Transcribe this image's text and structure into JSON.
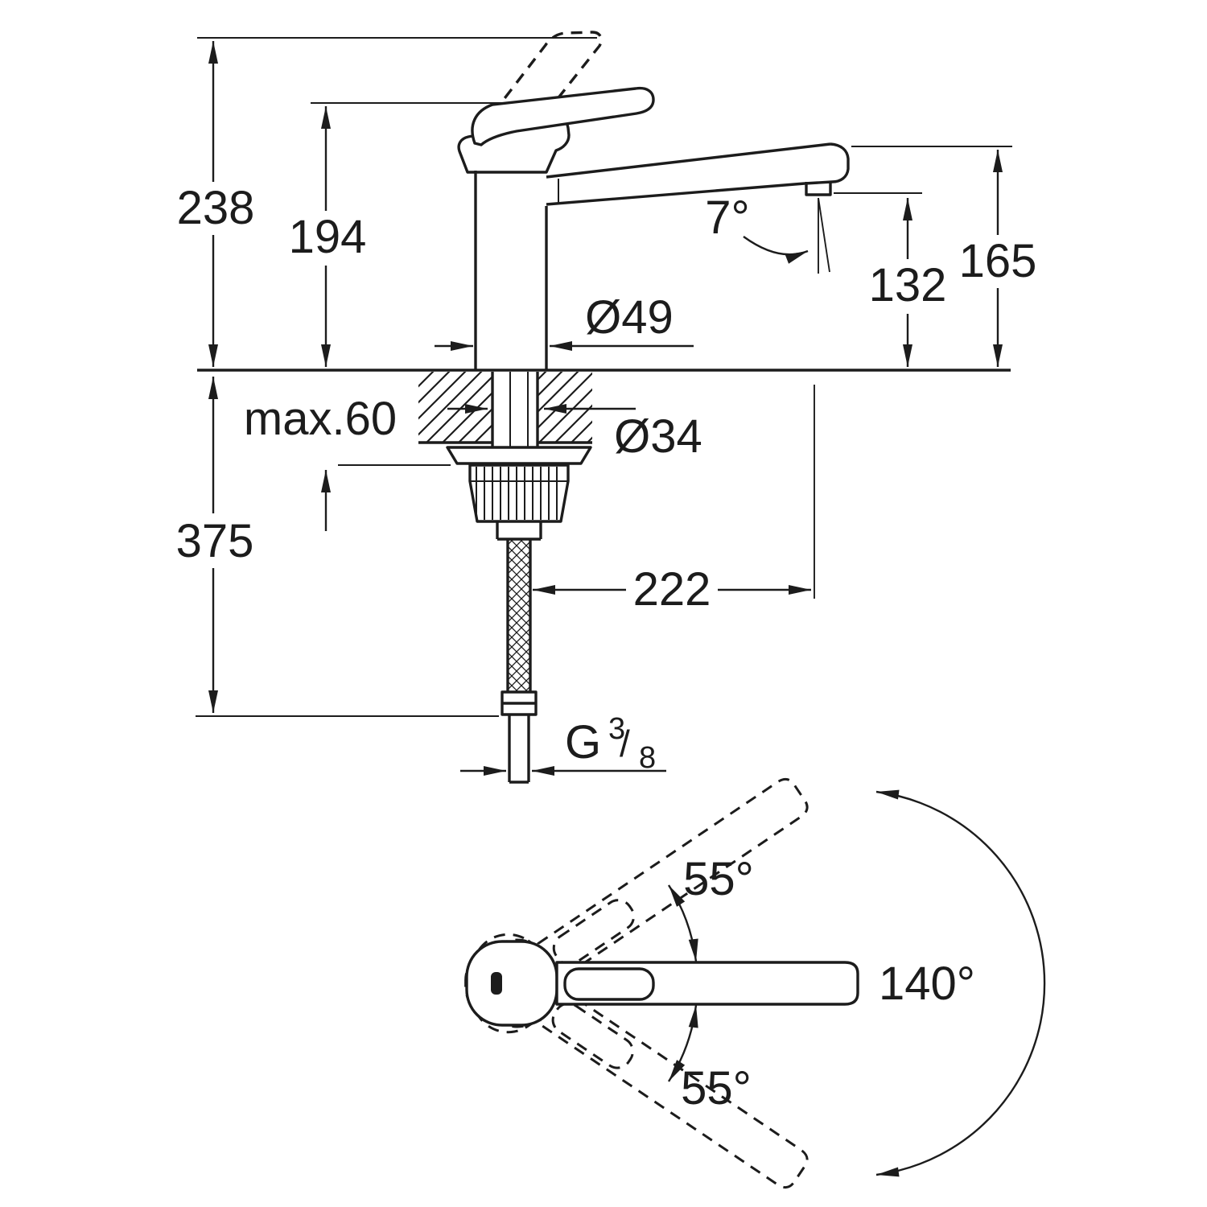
{
  "drawing": {
    "colors": {
      "line": "#1c1c1c",
      "background": "#ffffff"
    },
    "labels": {
      "height_total": "238",
      "height_body": "194",
      "height_spout_top": "165",
      "height_aerator": "132",
      "spout_angle": "7°",
      "dia_base": "Ø49",
      "dia_shank": "Ø34",
      "max_thickness": "max.60",
      "depth_below": "375",
      "reach": "222",
      "thread_prefix": "G",
      "thread_numerator": "3",
      "thread_slash": "/",
      "thread_denominator": "8",
      "swivel_up": "55°",
      "swivel_total": "140°",
      "swivel_down": "55°"
    }
  }
}
